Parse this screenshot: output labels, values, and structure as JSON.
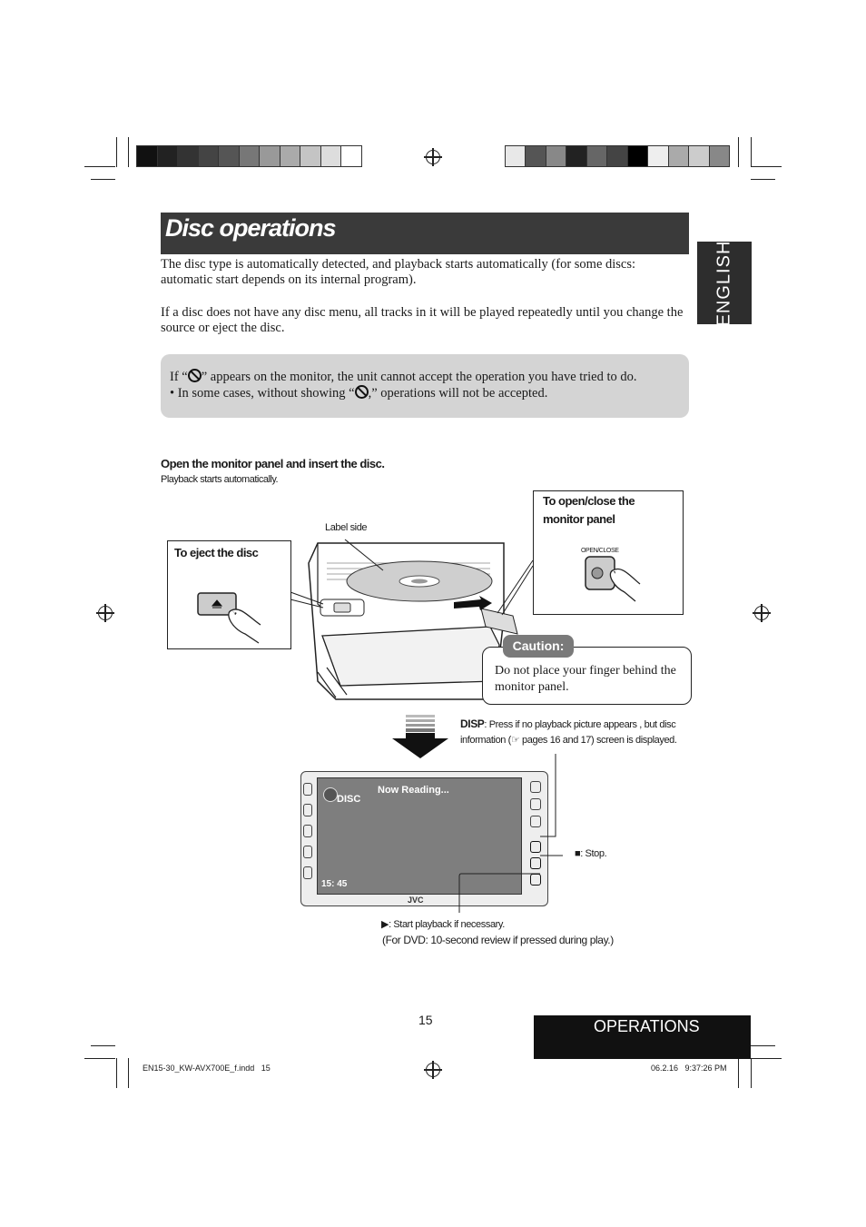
{
  "header": {
    "title": "Disc operations",
    "language_tab": "ENGLISH"
  },
  "intro": {
    "p1": "The disc type is automatically detected, and playback starts automatically (for some discs: automatic start depends on its internal program).",
    "p2": "If a disc does not have any disc menu, all tracks in it will be played repeatedly until you change the source or eject the disc."
  },
  "note": {
    "line1_before": "If “",
    "line1_after": "” appears on the monitor, the unit cannot accept the operation you have tried to do.",
    "line2_before": "• In some cases, without showing “",
    "line2_after": ",” operations will not be accepted."
  },
  "step": {
    "heading": "Open the monitor panel and insert the disc.",
    "sub": "Playback starts automatically."
  },
  "diagram": {
    "label_side": "Label side",
    "eject_title": "To eject the disc",
    "open_close_title_1": "To open/close the",
    "open_close_title_2": "monitor panel",
    "open_close_button": "OPEN/CLOSE",
    "caution_label": "Caution:",
    "caution_text": "Do not place your finger behind the monitor panel."
  },
  "screen_notes": {
    "disp_key": "DISP",
    "disp_text_1": ": Press if no playback picture appears , but disc",
    "disp_text_2_before": "information (",
    "disp_text_2_after": " pages 16 and 17) screen is displayed.",
    "stop": ": Stop.",
    "play": ": Start playback if necessary.",
    "dvd_review": "(For DVD: 10-second review if pressed during play.)"
  },
  "monitor": {
    "source": "DISC",
    "status": "Now Reading...",
    "time": "15: 45",
    "brand": "JVC"
  },
  "footer": {
    "page_number": "15",
    "section_tab": "OPERATIONS",
    "file_info": "EN15-30_KW-AVX700E_f.indd   15",
    "timestamp": "06.2.16   9:37:26 PM"
  },
  "colors": {
    "title_bar": "#3a3a3a",
    "note_bg": "#d4d4d4",
    "screen": "#7e7e7e"
  }
}
